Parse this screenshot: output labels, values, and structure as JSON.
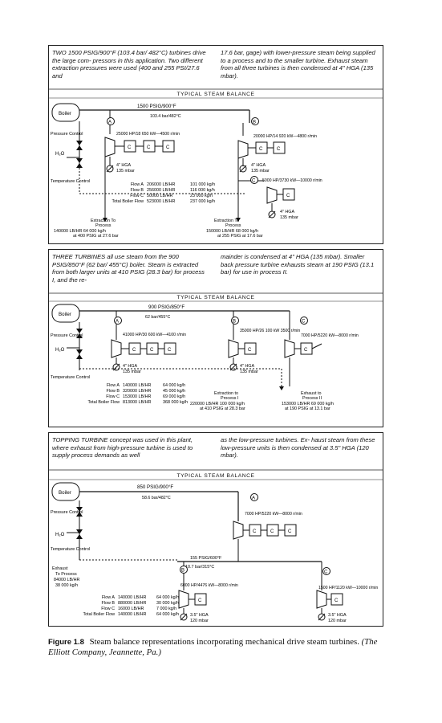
{
  "panel1": {
    "intro_left": "TWO 1500 PSIG/900°F (103.4 bar/ 482°C) turbines drive the large com- pressors in this application. Two different extraction pressures were used (400 and 255 PSI/27.6 and",
    "intro_right": "17.6 bar, gage) with lower-pressure steam being supplied to a process and to the smaller turbine. Exhaust steam from all three turbines is then condensed at 4\" HGA (135 mbar).",
    "title": "TYPICAL STEAM BALANCE",
    "header_line1": "1500 PSIG/900°F",
    "header_line2": "103.4 bar/482°C",
    "boiler": "Boiler",
    "pressure_control": "Pressure Control",
    "h2o": "H₂O",
    "temp_control": "Temperature Control",
    "node_a": "A",
    "node_b": "B",
    "node_c": "C",
    "turbine_a": "25000 HP/18 650 kW—4500 r/min",
    "turbine_b": "20000 HP/14 920 kW—4800 r/min",
    "turbine_c": "5000 HP/3730 kW—10000 r/min",
    "hga_a_1": "4\" HGA",
    "hga_a_2": "135 mbar",
    "hga_b_1": "4\" HGA",
    "hga_b_2": "135 mbar",
    "hga_c_1": "4\" HGA",
    "hga_c_2": "135 mbar",
    "flows": [
      {
        "label": "Flow A",
        "imp": "206000 LB/HR",
        "si": "101 000 kg/h"
      },
      {
        "label": "Flow B",
        "imp": "256000 LB/HR",
        "si": "116 000 kg/h"
      },
      {
        "label": "Flow C",
        "imp": "50000 LB/HR",
        "si": "23 000 kg/h"
      },
      {
        "label": "Total Boiler Flow",
        "imp": "523000 LB/HR",
        "si": "237 000 kg/h"
      }
    ],
    "ext1_l1": "Extraction To",
    "ext1_l2": "Process",
    "ext1_l3": "140000 LB/HR    64 000 kg/h",
    "ext1_l4": "at 400 PSIG        at 27.6 bar",
    "ext2_l1": "Extraction To",
    "ext2_l2": "Process",
    "ext2_l3": "150000 LB/HR     68 000 kg/h",
    "ext2_l4": "at 255 PSIG        at 17.6 bar"
  },
  "panel2": {
    "intro_left": "THREE TURBINES all use steam from the 900 PSIG/850°F (62 bar/ 455°C) boiler. Steam is extracted from both larger units at 410 PSIG (28.3 bar) for process I, and the re-",
    "intro_right": "mainder is condensed at 4\" HGA (135 mbar). Smaller back pressure turbine exhausts steam at 190 PSIG (13.1 bar) for use in process II.",
    "title": "TYPICAL STEAM BALANCE",
    "header_line1": "900 PSIG/850°F",
    "header_line2": "62 bar/455°C",
    "boiler": "Boiler",
    "pressure_control": "Pressure Control",
    "h2o": "H₂O",
    "temp_control": "Temperature Control",
    "node_a": "A",
    "node_b": "B",
    "node_c": "C",
    "turbine_a": "41000 HP/30 600 kW—4100 r/min",
    "turbine_b": "35000 HP/26 100 kW 3500 r/min",
    "turbine_c": "7000 HP/5220 kW—8000 r/min",
    "hga_a_1": "4\" HGA",
    "hga_a_2": "135 mbar",
    "hga_b_1": "4\" HGA",
    "hga_b_2": "135 mbar",
    "flows": [
      {
        "label": "Flow A",
        "imp": "140000 LB/HR",
        "si": "64 000 kg/h"
      },
      {
        "label": "Flow B",
        "imp": "320000 LB/HR",
        "si": "45 000 kg/h"
      },
      {
        "label": "Flow C",
        "imp": "153000 LB/HR",
        "si": "69 000 kg/h"
      },
      {
        "label": "Total Boiler Flow",
        "imp": "813000 LB/HR",
        "si": "368 000 kg/h"
      }
    ],
    "ext1_l1": "Extraction to",
    "ext1_l2": "Process I",
    "ext1_l3": "220000 LB/HR    100 000 kg/h",
    "ext1_l4": "at 410 PSIG         at 28.3 bar",
    "ext2_l1": "Exhaust to",
    "ext2_l2": "Process II",
    "ext2_l3": "153000 LB/HR    69 000 kg/h",
    "ext2_l4": "at 190 PSIG         at 13.1 bar"
  },
  "panel3": {
    "intro_left": "TOPPING TURBINE concept was used in this plant, where exhaust from high-pressure turbine is used to supply process demands as well",
    "intro_right": "as the low-pressure turbines. Ex- haust steam from these low-pressure units is then condensed at 3.5\" HGA (120 mbar).",
    "title": "TYPICAL STEAM BALANCE",
    "header_line1": "850 PSIG/900°F",
    "header_line2": "58.6 bar/482°C",
    "boiler": "Boiler",
    "pressure_control": "Pressure Control",
    "h2o": "H₂O",
    "temp_control": "Temperature Control",
    "node_a": "A",
    "node_b": "B",
    "node_c": "C",
    "turbine_a": "7000 HP/5220 kW—8000 r/min",
    "lp_header_1": "155 PSIG/600°F",
    "lp_header_2": "10.7 bar/315°C",
    "turbine_b": "6000 HP/4476 kW—8000 r/min",
    "turbine_c": "1500 HP/1120 kW—10000 r/min",
    "hga_b_1": "3.5\" HGA",
    "hga_b_2": "120 mbar",
    "hga_c_1": "3.5\" HGA",
    "hga_c_2": "120 mbar",
    "exhaust_l1": "Exhaust",
    "exhaust_l2": "To Process",
    "exhaust_l3": "84000 LB/HR",
    "exhaust_l4": "38 000 kg/h",
    "flows": [
      {
        "label": "Flow A",
        "imp": "140000 LB/HR",
        "si": "64 000 kg/h"
      },
      {
        "label": "Flow B",
        "imp": "880000 LB/HR",
        "si": "30 000 kg/h"
      },
      {
        "label": "Flow C",
        "imp": "16000 LB/HR",
        "si": "7 000 kg/h"
      },
      {
        "label": "Total Boiler Flow",
        "imp": "140000 LB/HR",
        "si": "64 000 kg/h"
      }
    ]
  },
  "caption": {
    "label": "Figure 1.8",
    "text": "Steam balance representations incorporating mechanical drive steam turbines.",
    "source": "(The Elliott Company, Jeannette, Pa.)"
  }
}
